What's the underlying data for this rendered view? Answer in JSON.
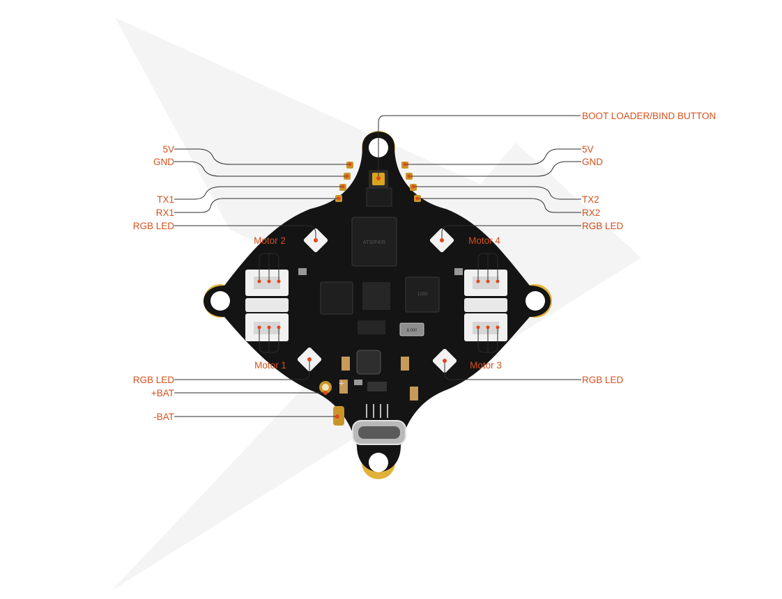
{
  "colors": {
    "label": "#d4501c",
    "pcb": "#141414",
    "gold": "#e2b13a",
    "pad_dot": "#e0471a",
    "watermark": "#f3f3f3"
  },
  "labels": {
    "boot_button": "BOOT LOADER/BIND BUTTON",
    "left_5v": "5V",
    "left_gnd": "GND",
    "left_tx": "TX1",
    "left_rx": "RX1",
    "left_rgb_top": "RGB LED",
    "right_5v": "5V",
    "right_gnd": "GND",
    "right_tx": "TX2",
    "right_rx": "RX2",
    "right_rgb_top": "RGB LED",
    "left_rgb_bottom": "RGB LED",
    "bat_plus": "+BAT",
    "bat_minus": "-BAT",
    "right_rgb_bottom": "RGB LED"
  },
  "motors": {
    "m1": "Motor 1",
    "m2": "Motor 2",
    "m3": "Motor 3",
    "m4": "Motor 4"
  },
  "board_marks": {
    "plus_sign": "+",
    "mcu_text": "AT32F435",
    "chip_text": "1280",
    "crystal_text": "8.000"
  }
}
